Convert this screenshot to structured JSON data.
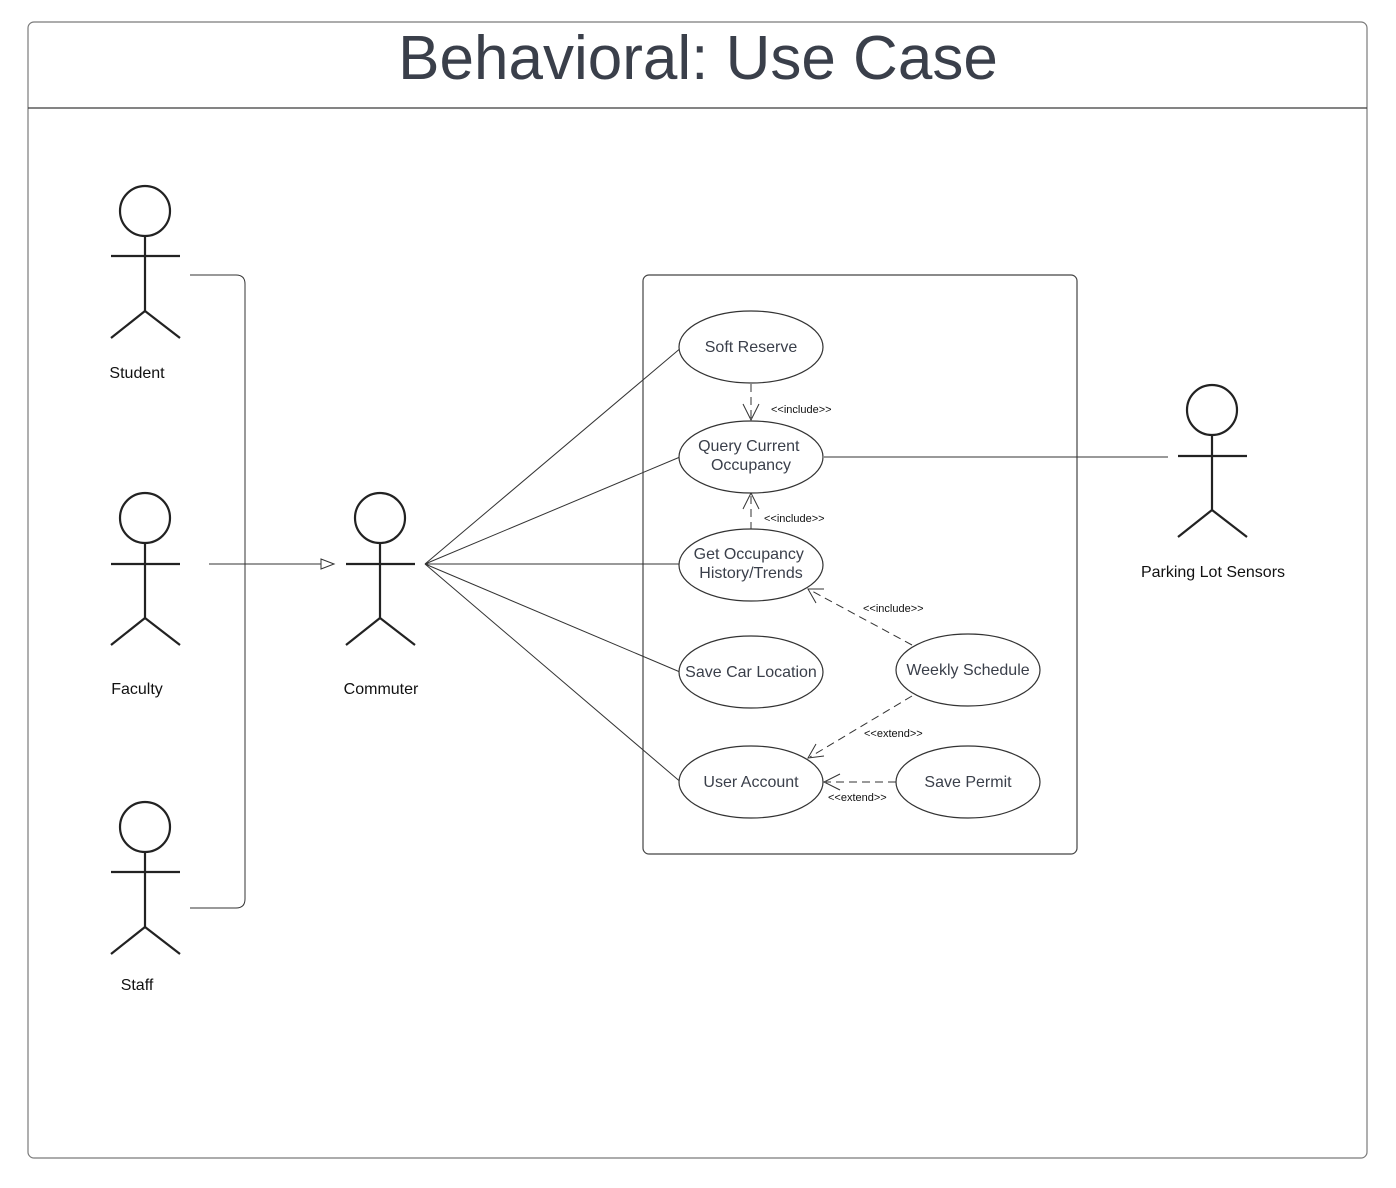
{
  "title": "Behavioral: Use Case",
  "actors": {
    "student": "Student",
    "faculty": "Faculty",
    "staff": "Staff",
    "commuter": "Commuter",
    "sensors": "Parking Lot Sensors"
  },
  "use_cases": {
    "soft_reserve": [
      "Soft Reserve"
    ],
    "query_occupancy": [
      "Query Current",
      "Occupancy"
    ],
    "occupancy_history": [
      "Get Occupancy",
      "History/Trends"
    ],
    "save_car_location": [
      "Save Car Location"
    ],
    "user_account": [
      "User Account"
    ],
    "weekly_schedule": [
      "Weekly Schedule"
    ],
    "save_permit": [
      "Save Permit"
    ]
  },
  "relationships": {
    "soft_reserve_includes_query": "<<include>>",
    "history_includes_query": "<<include>>",
    "schedule_includes_history": "<<include>>",
    "schedule_extends_account": "<<extend>>",
    "permit_extends_account": "<<extend>>"
  }
}
